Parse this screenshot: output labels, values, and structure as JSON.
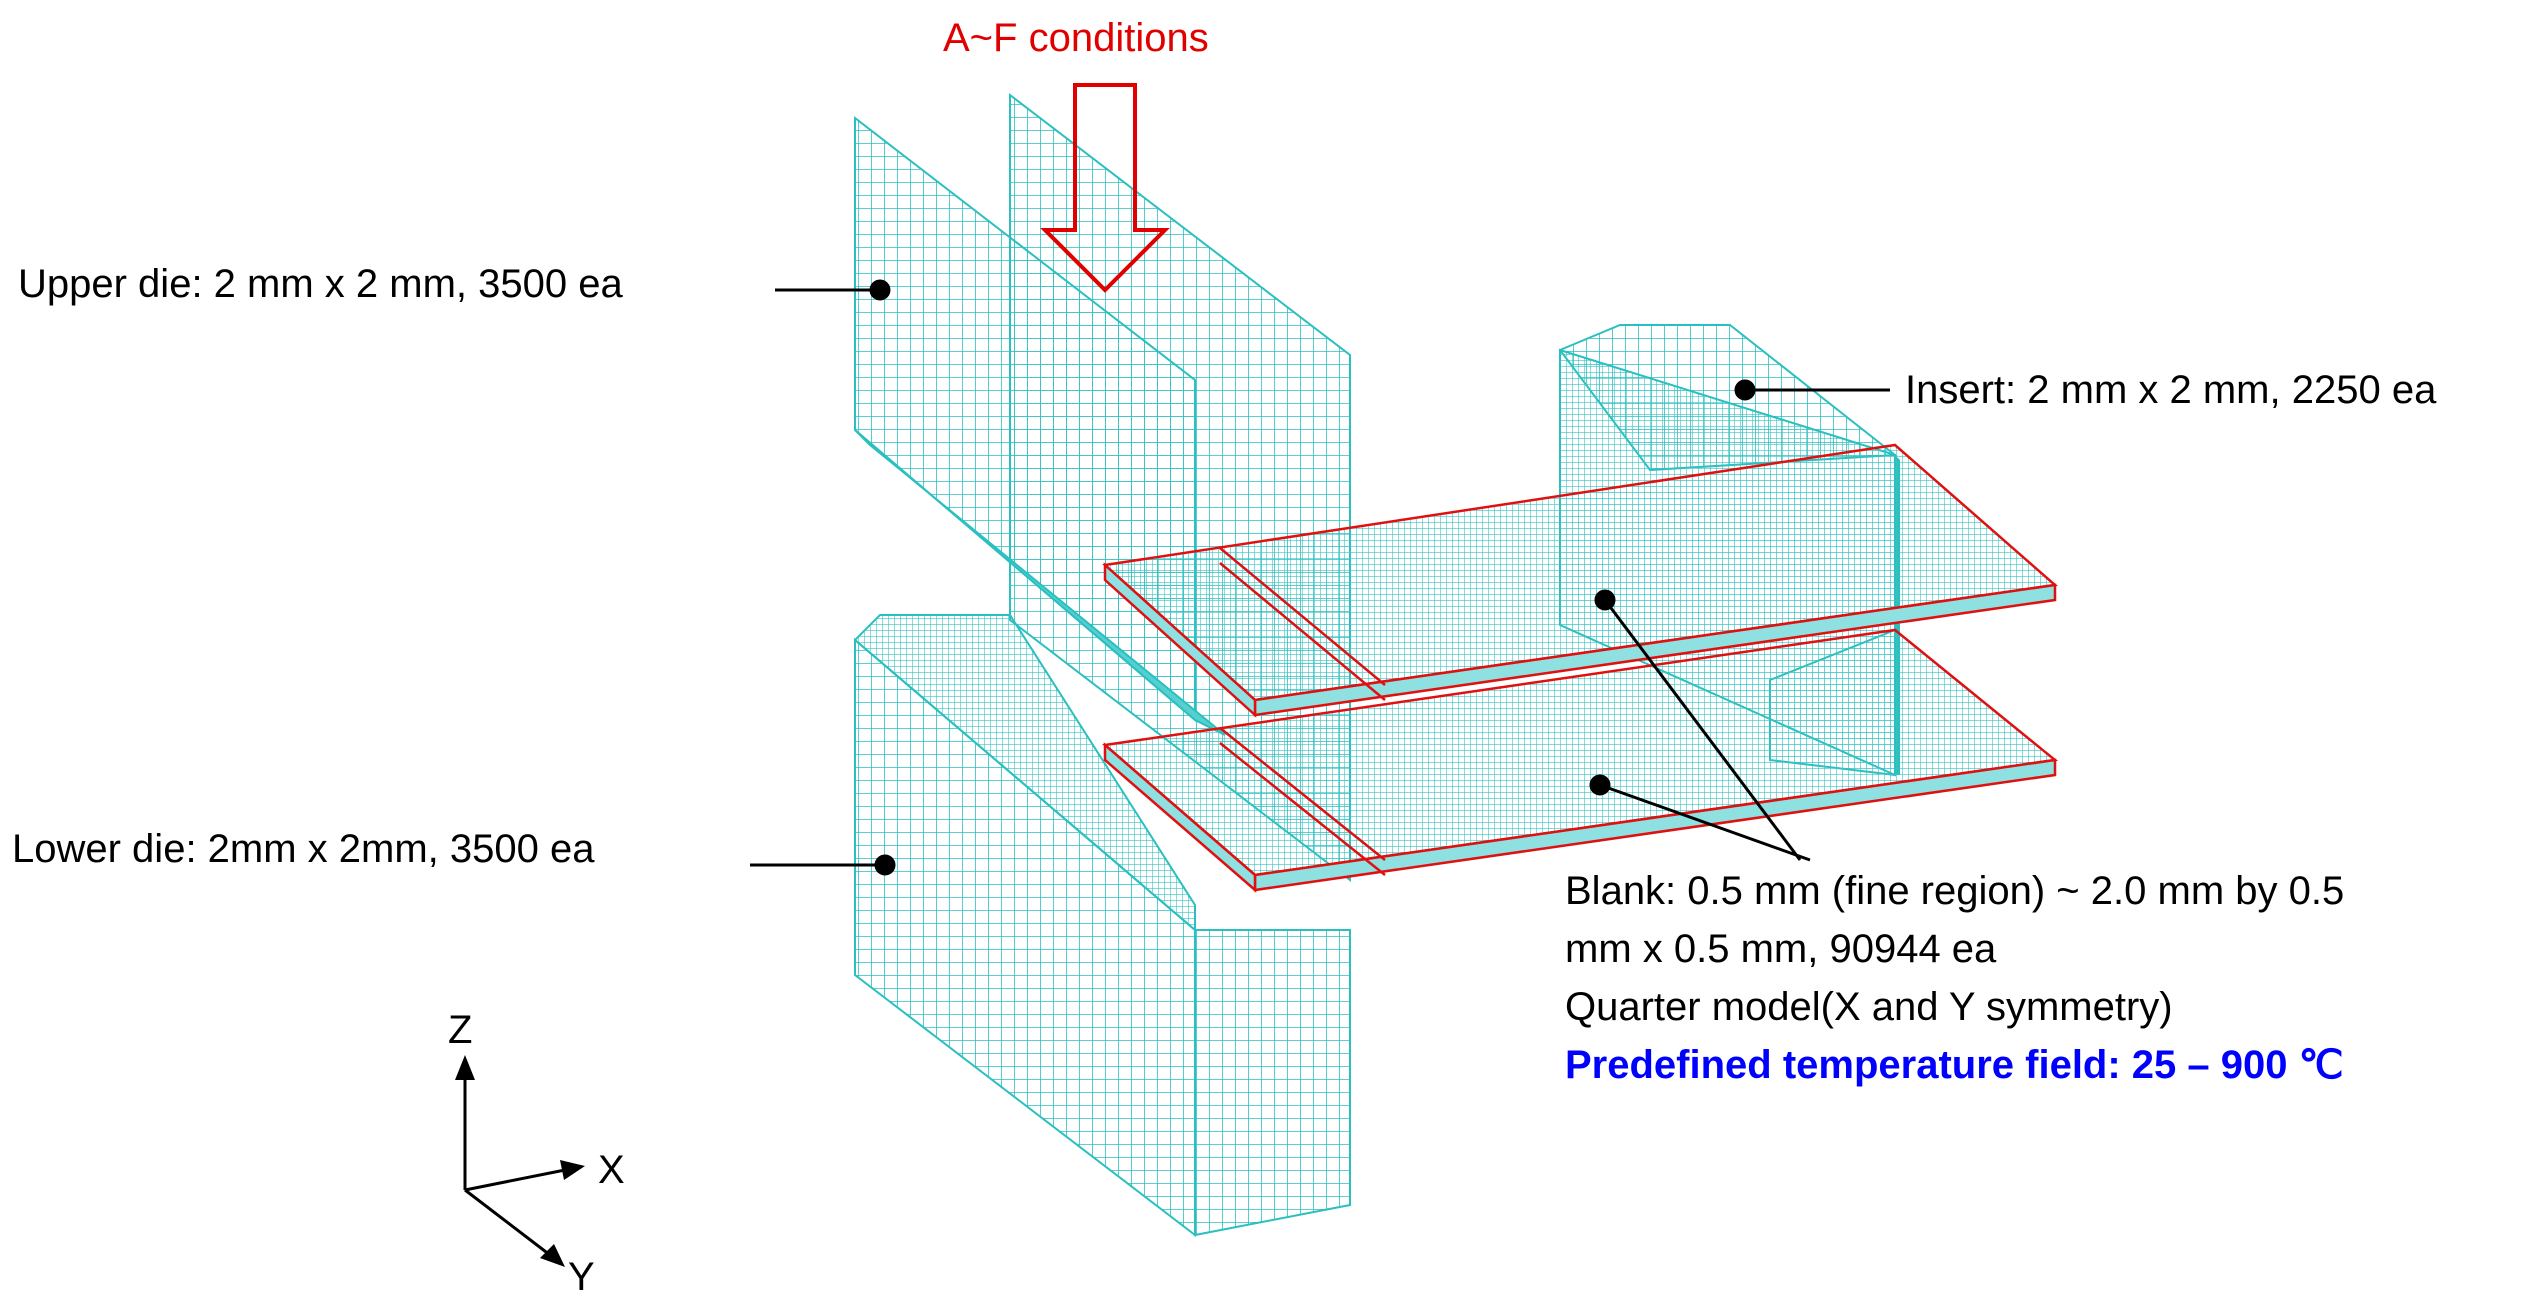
{
  "labels": {
    "conditions": "A~F conditions",
    "upper_die": "Upper die: 2 mm x 2 mm, 3500 ea",
    "insert": "Insert: 2 mm x 2 mm, 2250 ea",
    "lower_die": "Lower die: 2mm x 2mm, 3500 ea",
    "blank_line1": "Blank: 0.5 mm (fine region) ~ 2.0 mm by 0.5",
    "blank_line2": "mm x 0.5 mm, 90944 ea",
    "blank_line3": "Quarter model(X and Y symmetry)",
    "blank_line4": "Predefined temperature field: 25 – 900 ℃"
  },
  "axes": {
    "z": "Z",
    "x": "X",
    "y": "Y"
  },
  "colors": {
    "mesh": "#2bbfbf",
    "mesh_fill": "#7fdede",
    "outline": "#e01010",
    "arrow": "#e00000",
    "emphasis": "#0000ff"
  }
}
